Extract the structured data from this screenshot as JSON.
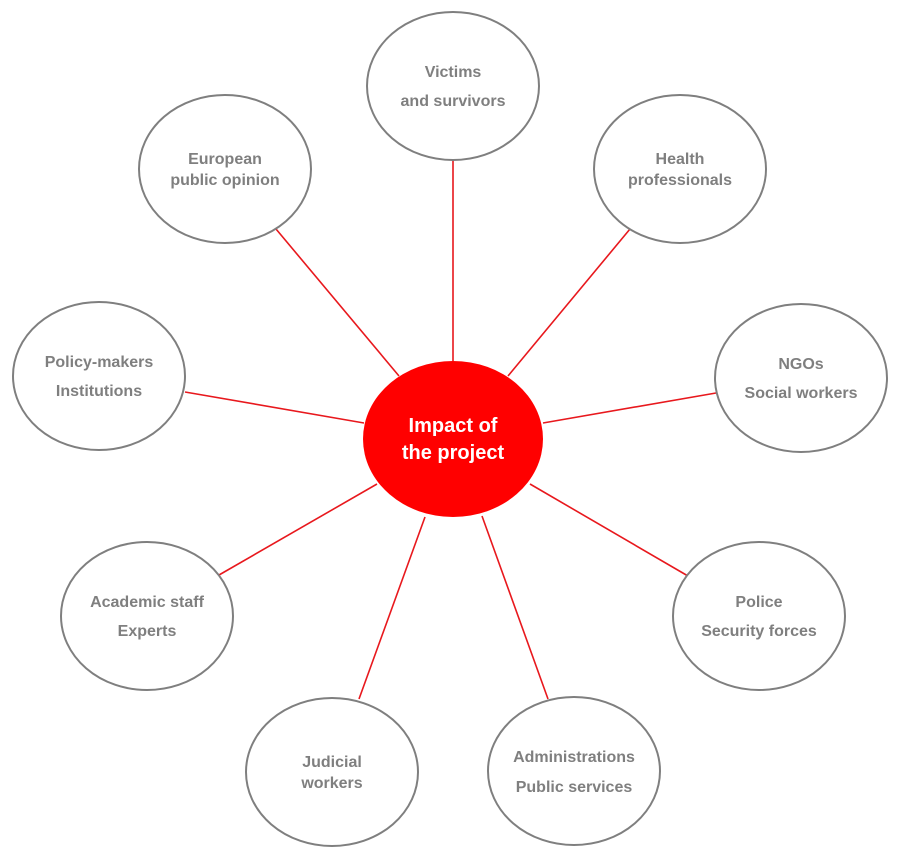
{
  "colors": {
    "center_fill": "#ff0000",
    "connector": "#e8181d",
    "node_stroke": "#7f7f7f",
    "node_text": "#7f7f7f",
    "center_text": "#ffffff"
  },
  "center": {
    "lines": [
      "Impact of",
      "the project"
    ]
  },
  "nodes": [
    {
      "id": "victims",
      "lines": [
        "Victims",
        "and survivors"
      ]
    },
    {
      "id": "health",
      "lines": [
        "Health",
        "professionals"
      ]
    },
    {
      "id": "ngos",
      "lines": [
        "NGOs",
        "Social workers"
      ]
    },
    {
      "id": "police",
      "lines": [
        "Police",
        "Security forces"
      ]
    },
    {
      "id": "administrations",
      "lines": [
        "Administrations",
        "Public services"
      ]
    },
    {
      "id": "judicial",
      "lines": [
        "Judicial",
        "workers"
      ]
    },
    {
      "id": "academic",
      "lines": [
        "Academic staff",
        "Experts"
      ]
    },
    {
      "id": "policy",
      "lines": [
        "Policy-makers",
        "Institutions"
      ]
    },
    {
      "id": "european",
      "lines": [
        "European",
        "public opinion"
      ]
    }
  ]
}
